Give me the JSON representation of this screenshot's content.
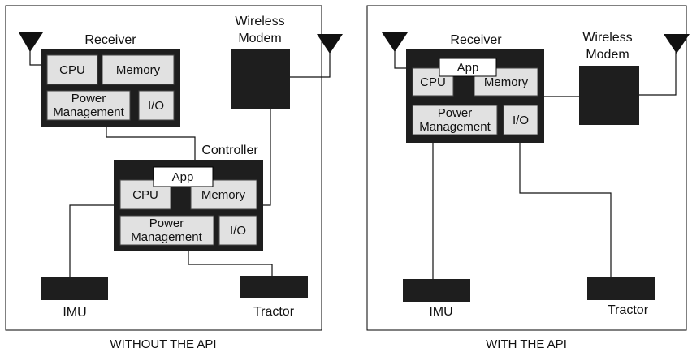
{
  "captions": {
    "left": "WITHOUT THE API",
    "right": "WITH THE API"
  },
  "left": {
    "receiver": {
      "title": "Receiver",
      "cpu": "CPU",
      "memory": "Memory",
      "power_line1": "Power",
      "power_line2": "Management",
      "io": "I/O"
    },
    "modem": {
      "line1": "Wireless",
      "line2": "Modem"
    },
    "controller": {
      "title": "Controller",
      "app": "App",
      "cpu": "CPU",
      "memory": "Memory",
      "power_line1": "Power",
      "power_line2": "Management",
      "io": "I/O"
    },
    "imu": "IMU",
    "tractor": "Tractor"
  },
  "right": {
    "receiver": {
      "title": "Receiver",
      "app": "App",
      "cpu": "CPU",
      "memory": "Memory",
      "power_line1": "Power",
      "power_line2": "Management",
      "io": "I/O"
    },
    "modem": {
      "line1": "Wireless",
      "line2": "Modem"
    },
    "imu": "IMU",
    "tractor": "Tractor"
  }
}
